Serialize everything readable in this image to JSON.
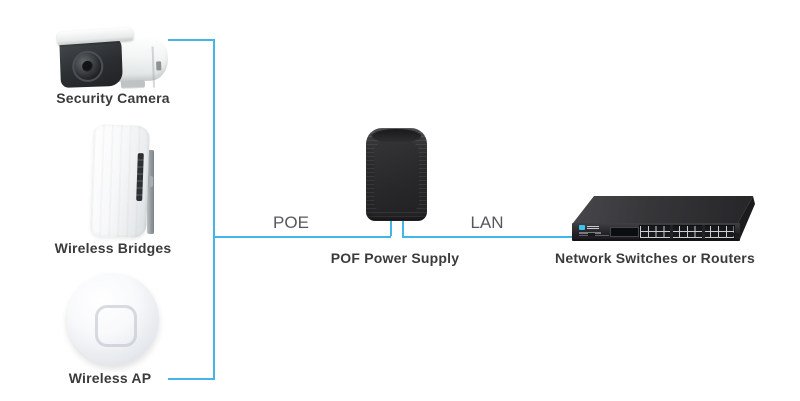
{
  "diagram": {
    "type": "network-topology",
    "colors": {
      "background": "#ffffff",
      "connection_line": "#45b5e8",
      "device_label": "#3b3b3b",
      "link_label": "#55585c"
    },
    "nodes": [
      {
        "id": "security-camera",
        "label": "Security Camera",
        "icon": "bullet-camera-icon"
      },
      {
        "id": "wireless-bridges",
        "label": "Wireless Bridges",
        "icon": "outdoor-cpe-icon"
      },
      {
        "id": "wireless-ap",
        "label": "Wireless AP",
        "icon": "ceiling-ap-icon"
      },
      {
        "id": "pof-power-supply",
        "label": "POF Power Supply",
        "icon": "power-adapter-icon"
      },
      {
        "id": "network-switches",
        "label": "Network Switches or Routers",
        "icon": "switch-24port-icon"
      }
    ],
    "links": [
      {
        "id": "poe",
        "label": "POE"
      },
      {
        "id": "lan",
        "label": "LAN"
      }
    ]
  }
}
